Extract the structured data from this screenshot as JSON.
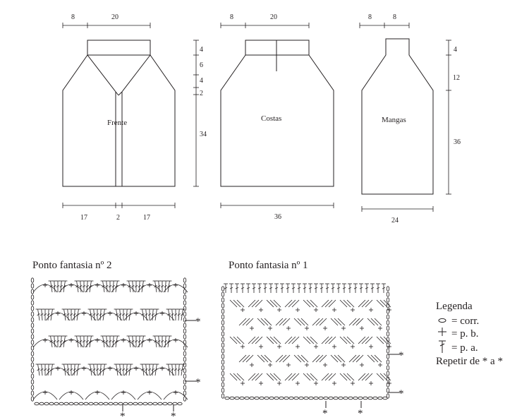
{
  "pattern_pieces": {
    "front": {
      "label": "Frente",
      "top_dims": [
        "8",
        "20"
      ],
      "side_dims": [
        "4",
        "6",
        "4",
        "2",
        "34"
      ],
      "bottom_dims": [
        "17",
        "2",
        "17"
      ]
    },
    "back": {
      "label": "Costas",
      "top_dims": [
        "8",
        "20"
      ],
      "bottom_dims": [
        "36"
      ]
    },
    "sleeves": {
      "label": "Mangas",
      "top_dims": [
        "8",
        "8"
      ],
      "side_dims": [
        "4",
        "12",
        "36"
      ],
      "bottom_dims": [
        "24"
      ]
    }
  },
  "stitch_charts": {
    "chart2": {
      "title": "Ponto fantasia nº 2",
      "repeat_mark": "*"
    },
    "chart1": {
      "title": "Ponto fantasia nº 1",
      "repeat_mark": "*"
    }
  },
  "legend": {
    "title": "Legenda",
    "items": [
      {
        "icon": "chain-oval-icon",
        "text": "= corr."
      },
      {
        "icon": "plus-icon",
        "text": "= p. b."
      },
      {
        "icon": "double-crochet-icon",
        "text": "= p. a."
      }
    ],
    "repeat_text": "Repetir de * a *"
  }
}
